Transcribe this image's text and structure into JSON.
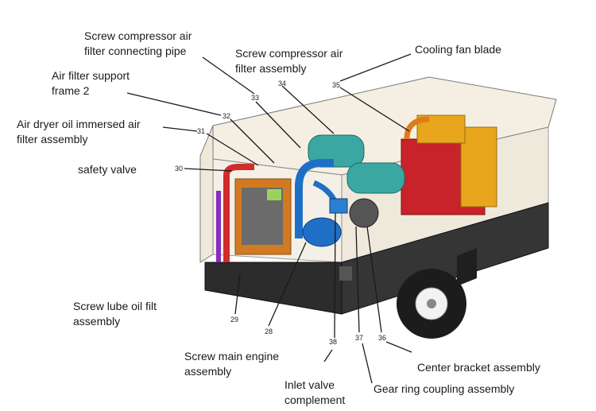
{
  "labels": {
    "screw_air_filter_pipe": "Screw compressor air\nfilter connecting pipe",
    "screw_air_filter_assembly": "Screw compressor air\nfilter assembly",
    "cooling_fan_blade": "Cooling fan blade",
    "air_filter_support": "Air filter support\nframe 2",
    "air_dryer_filter": "Air dryer oil immersed air\nfilter assembly",
    "safety_valve": "safety valve",
    "lube_oil_filter": "Screw lube oil filt\nassembly",
    "main_engine": "Screw main engine\nassembly",
    "inlet_valve": "Inlet valve\ncomplement",
    "gear_ring_coupling": "Gear ring coupling assembly",
    "center_bracket": "Center bracket assembly"
  },
  "part_numbers": {
    "n29": "29",
    "n28": "28",
    "n30": "30",
    "n31": "31",
    "n32": "32",
    "n33": "33",
    "n34": "34",
    "n35": "35",
    "n36": "36",
    "n37": "37",
    "n38": "38"
  },
  "colors": {
    "enclosure": "#f1ece0",
    "base": "#2c2c2c",
    "engine_red": "#c8222a",
    "tank_green": "#3aa8a0",
    "pipe_blue": "#1f6fc6",
    "radiator_orange": "#e07b1c",
    "yellow_cover": "#e7a61c",
    "pipe_purple": "#8a2cc0",
    "pipe_red": "#d22b2b"
  }
}
